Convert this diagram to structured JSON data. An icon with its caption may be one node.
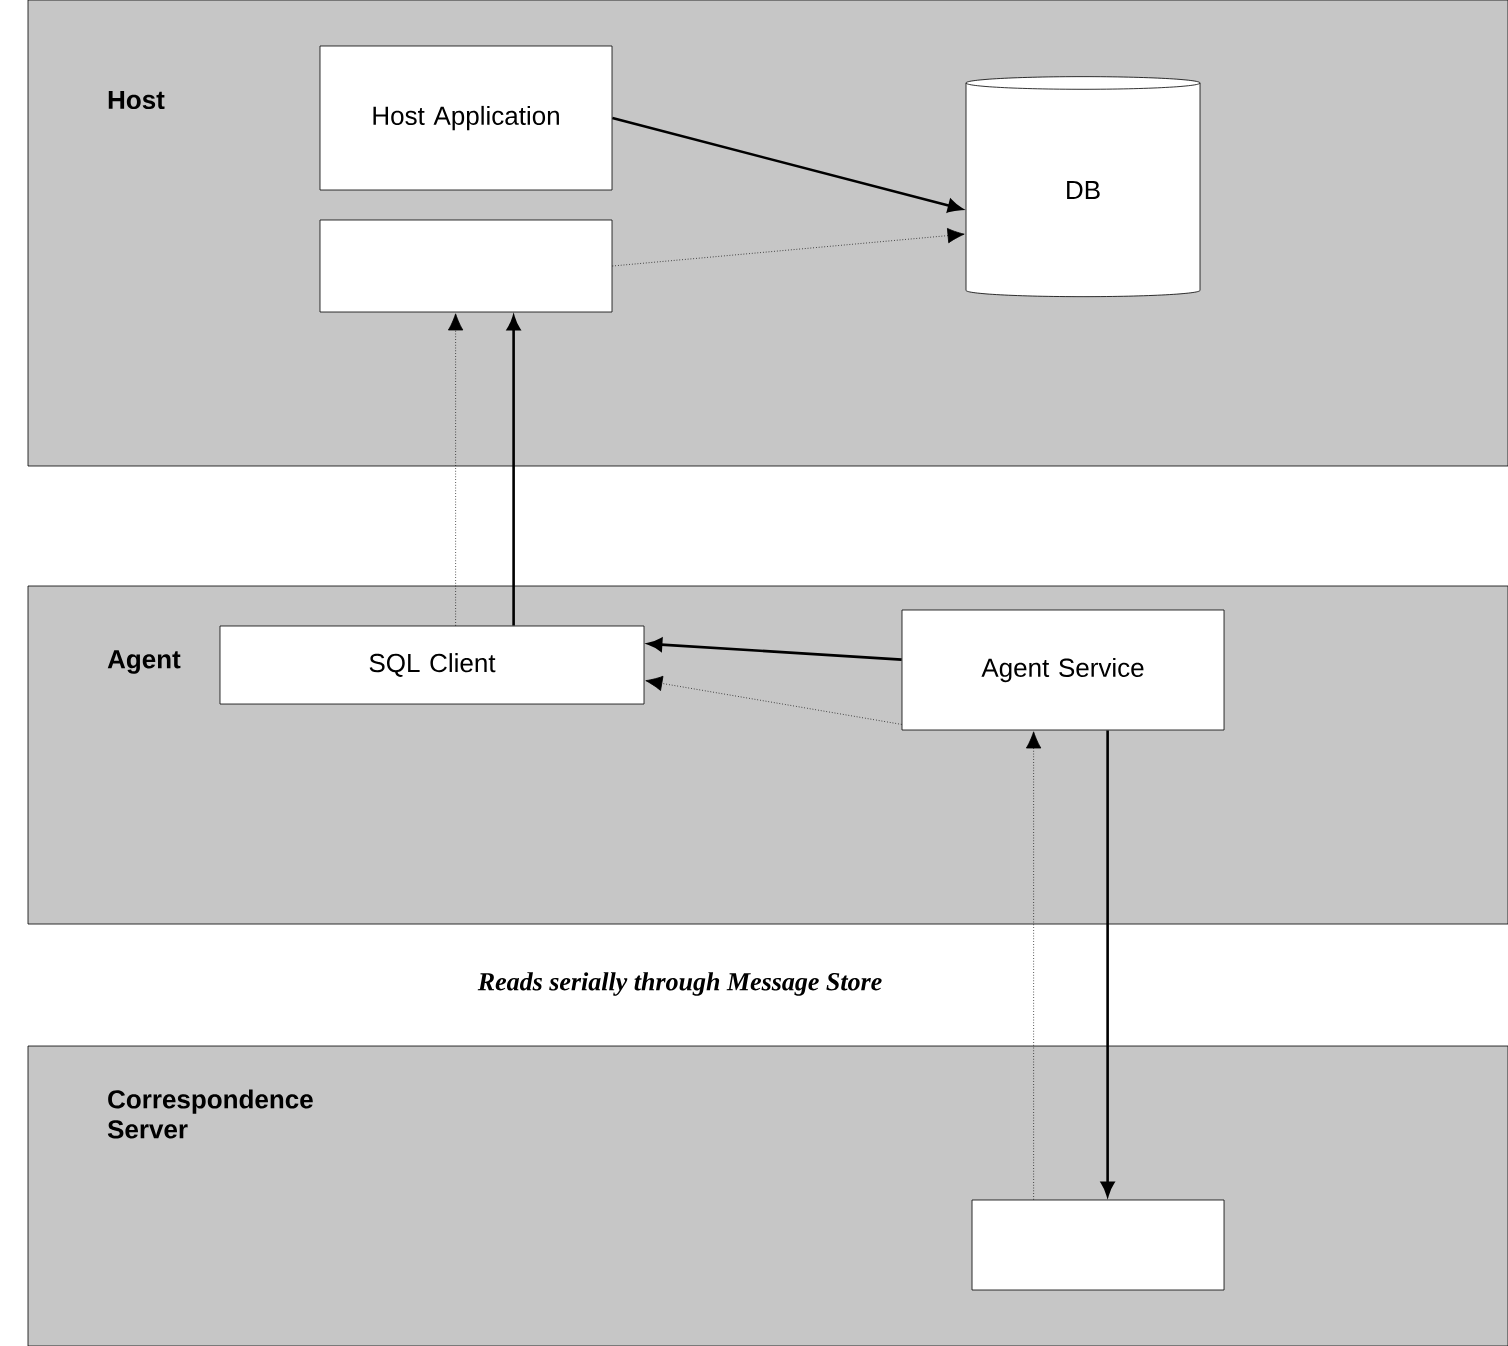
{
  "diagram": {
    "nodes": [
      {
        "text": [
          "Host"
        ]
      },
      {
        "text": [
          "Host Application"
        ],
        "in": 0
      },
      {
        "text": [],
        "shape": "box",
        "in": 0
      },
      {
        "text": [
          "DB"
        ],
        "in": 0
      },
      {
        "text": [
          "Agent"
        ]
      },
      {
        "text": [
          "SQL Client"
        ],
        "in": 4
      },
      {
        "text": [
          "Agent Service"
        ],
        "in": 4
      },
      {
        "text": [
          "Correspondence Server"
        ]
      },
      {
        "text": [],
        "shape": "box",
        "in": 7
      }
    ],
    "edges": [
      {
        "from": 1,
        "to": 3,
        "arrow": "to"
      },
      {
        "from": 2,
        "to": 3,
        "arrow": "to",
        "style": "dashed"
      },
      {
        "from": 5,
        "to": 2,
        "arrow": "to",
        "style": "dashed"
      },
      {
        "from": 5,
        "to": 2,
        "arrow": "to"
      },
      {
        "from": 6,
        "to": 5,
        "arrow": "to"
      },
      {
        "from": 6,
        "to": 5,
        "arrow": "to",
        "style": "dashed"
      },
      {
        "from": 8,
        "to": 6,
        "arrow": "to",
        "style": "dashed"
      },
      {
        "from": 6,
        "to": 8,
        "arrow": "to"
      }
    ],
    "labels": [
      "Reads serially through Message Store"
    ]
  }
}
